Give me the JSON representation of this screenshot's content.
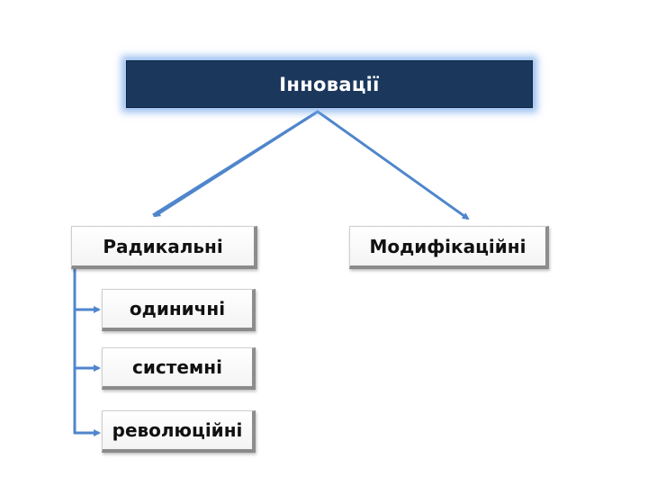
{
  "diagram": {
    "root": {
      "label": "Інновації"
    },
    "level1": [
      {
        "label": "Радикальні"
      },
      {
        "label": "Модифікаційні"
      }
    ],
    "radical_children": [
      {
        "label": "одиничні"
      },
      {
        "label": "системні"
      },
      {
        "label": "революційні"
      }
    ]
  },
  "colors": {
    "root_fill": "#1b375c",
    "root_glow": "#78aaeb",
    "arrow": "#4f86cc",
    "box_text": "#111111"
  }
}
